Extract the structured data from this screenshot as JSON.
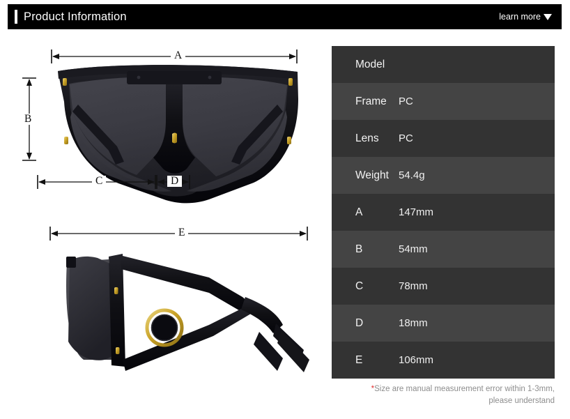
{
  "header": {
    "title": "Product Information",
    "learn_more_label": "learn more",
    "caret_icon": "chevron-down-icon",
    "background_color": "#000000",
    "accent_color": "#ffffff"
  },
  "diagrams": {
    "front_view": {
      "name": "sunglasses-front-view",
      "dimension_labels": [
        "A",
        "B",
        "C",
        "D"
      ],
      "a_label": "A",
      "b_label": "B",
      "c_label": "C",
      "d_label": "D"
    },
    "side_view": {
      "name": "sunglasses-side-view",
      "e_label": "E"
    },
    "colors": {
      "frame": "#141414",
      "lens": "#3b3b43",
      "gold_accent": "#c9a227",
      "arrow": "#111111"
    }
  },
  "spec_table": {
    "rows": [
      {
        "key": "Model",
        "value": ""
      },
      {
        "key": "Frame",
        "value": "PC"
      },
      {
        "key": "Lens",
        "value": "PC"
      },
      {
        "key": "Weight",
        "value": "54.4g"
      },
      {
        "key": "A",
        "value": "147mm"
      },
      {
        "key": "B",
        "value": "54mm"
      },
      {
        "key": "C",
        "value": "78mm"
      },
      {
        "key": "D",
        "value": "18mm"
      },
      {
        "key": "E",
        "value": "106mm"
      }
    ],
    "row_color_dark": "#333333",
    "row_color_light": "#444444"
  },
  "footnote": {
    "asterisk": "*",
    "line1": "Size are manual measurement error within 1-3mm,",
    "line2": "please understand",
    "asterisk_color": "#e03030"
  }
}
